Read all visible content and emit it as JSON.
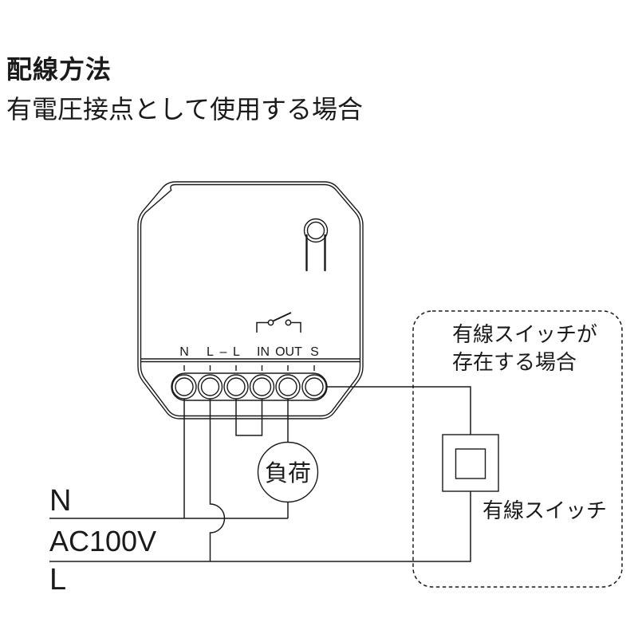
{
  "page": {
    "title": "配線方法",
    "subtitle": "有電圧接点として使用する場合"
  },
  "device": {
    "terminal_labels": [
      "N",
      "L",
      "–",
      "L",
      "IN",
      "OUT",
      "S"
    ]
  },
  "load": {
    "label": "負荷"
  },
  "switch_note": {
    "line1": "有線スイッチが",
    "line2": "存在する場合"
  },
  "wired_switch": {
    "label": "有線スイッチ"
  },
  "power": {
    "n": "N",
    "voltage": "AC100V",
    "l": "L"
  },
  "colors": {
    "line": "#1a1a1a",
    "background": "#ffffff"
  },
  "icons": {
    "antenna": "coil-antenna-icon",
    "relay_contact": "relay-contact-icon",
    "load": "load-circle-icon",
    "wired_switch": "wall-switch-icon"
  }
}
